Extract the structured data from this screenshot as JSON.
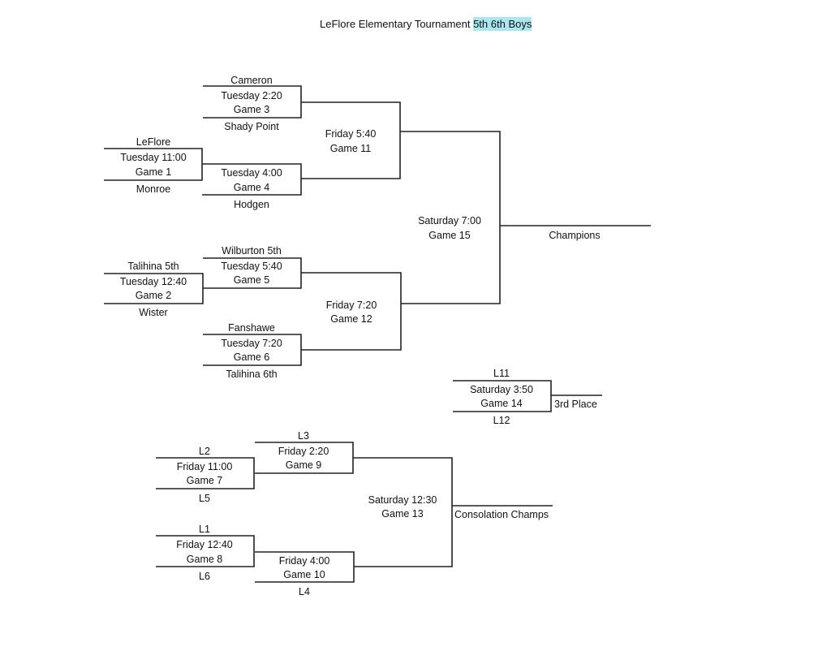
{
  "title": {
    "main": "LeFlore Elementary Tournament ",
    "highlight": "5th 6th Boys"
  },
  "bracket": {
    "g1": {
      "top": "LeFlore",
      "time": "Tuesday 11:00",
      "game": "Game 1",
      "bottom": "Monroe"
    },
    "g2": {
      "top": "Talihina 5th",
      "time": "Tuesday 12:40",
      "game": "Game 2",
      "bottom": "Wister"
    },
    "g3": {
      "top": "Cameron",
      "time": "Tuesday 2:20",
      "game": "Game 3",
      "bottom": "Shady Point"
    },
    "g4": {
      "time": "Tuesday 4:00",
      "game": "Game 4",
      "bottom": "Hodgen"
    },
    "g5": {
      "top": "Wilburton 5th",
      "time": "Tuesday 5:40",
      "game": "Game 5"
    },
    "g6": {
      "top": "Fanshawe",
      "time": "Tuesday 7:20",
      "game": "Game 6",
      "bottom": "Talihina 6th"
    },
    "g11": {
      "time": "Friday 5:40",
      "game": "Game 11"
    },
    "g12": {
      "time": "Friday 7:20",
      "game": "Game 12"
    },
    "g15": {
      "time": "Saturday 7:00",
      "game": "Game 15"
    },
    "champions": "Champions",
    "g14": {
      "top": "L11",
      "time": "Saturday 3:50",
      "game": "Game 14",
      "bottom": "L12"
    },
    "third_place": "3rd Place"
  },
  "consolation": {
    "g7": {
      "top": "L2",
      "time": "Friday 11:00",
      "game": "Game 7",
      "bottom": "L5"
    },
    "g8": {
      "top": "L1",
      "time": "Friday 12:40",
      "game": "Game 8",
      "bottom": "L6"
    },
    "g9": {
      "top": "L3",
      "time": "Friday 2:20",
      "game": "Game 9"
    },
    "g10": {
      "time": "Friday 4:00",
      "game": "Game 10",
      "bottom": "L4"
    },
    "g13": {
      "time": "Saturday 12:30",
      "game": "Game 13"
    },
    "champs": "Consolation Champs"
  }
}
